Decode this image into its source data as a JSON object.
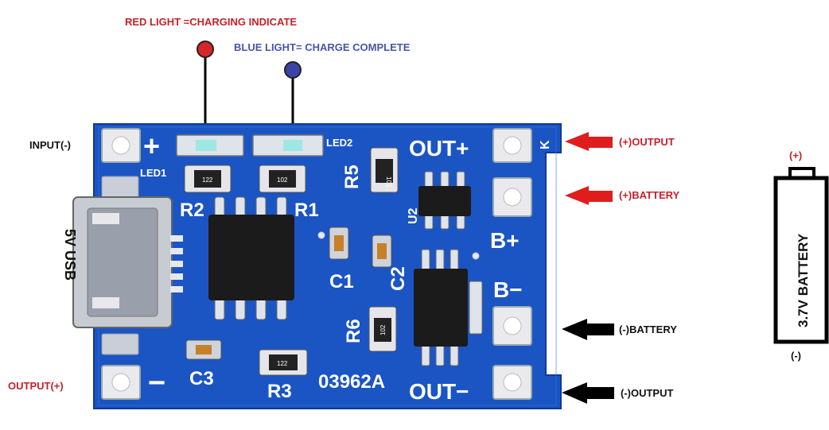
{
  "labels": {
    "red_light": "RED LIGHT =CHARGING INDICATE",
    "blue_light": "BLUE LIGHT= CHARGE COMPLETE",
    "input_neg": "INPUT(-)",
    "output_pos_left": "OUTPUT(+)",
    "out_pos_right": "(+)OUTPUT",
    "battery_pos_right": "(+)BATTERY",
    "battery_neg_right": "(-)BATTERY",
    "out_neg_right": "(-)OUTPUT"
  },
  "board": {
    "plus": "+",
    "minus": "−",
    "led1": "LED1",
    "led2": "LED2",
    "r1": "R1",
    "r2": "R2",
    "r3": "R3",
    "r5": "R5",
    "r6": "R6",
    "c1": "C1",
    "c2": "C2",
    "c3": "C3",
    "u2": "U2",
    "out_plus": "OUT+",
    "out_minus": "OUT−",
    "b_plus": "B+",
    "b_minus": "B−",
    "part_no": "03962A",
    "usb": "5V USB",
    "k_mark": "K",
    "r1_code": "102",
    "r2_code": "122",
    "r3_code": "122",
    "r5_code": "101",
    "r6_code": "102"
  },
  "battery": {
    "text": "3.7V BATTERY",
    "pos": "(+)",
    "neg": "(-)"
  },
  "colors": {
    "pcb": "#1b55c4",
    "pcb_dark": "#0e3a94",
    "pad": "#e9e9ee",
    "red_led": "#d6262a",
    "blue_led": "#3a44a8",
    "arrow_red": "#e01d1d",
    "arrow_black": "#000000"
  }
}
